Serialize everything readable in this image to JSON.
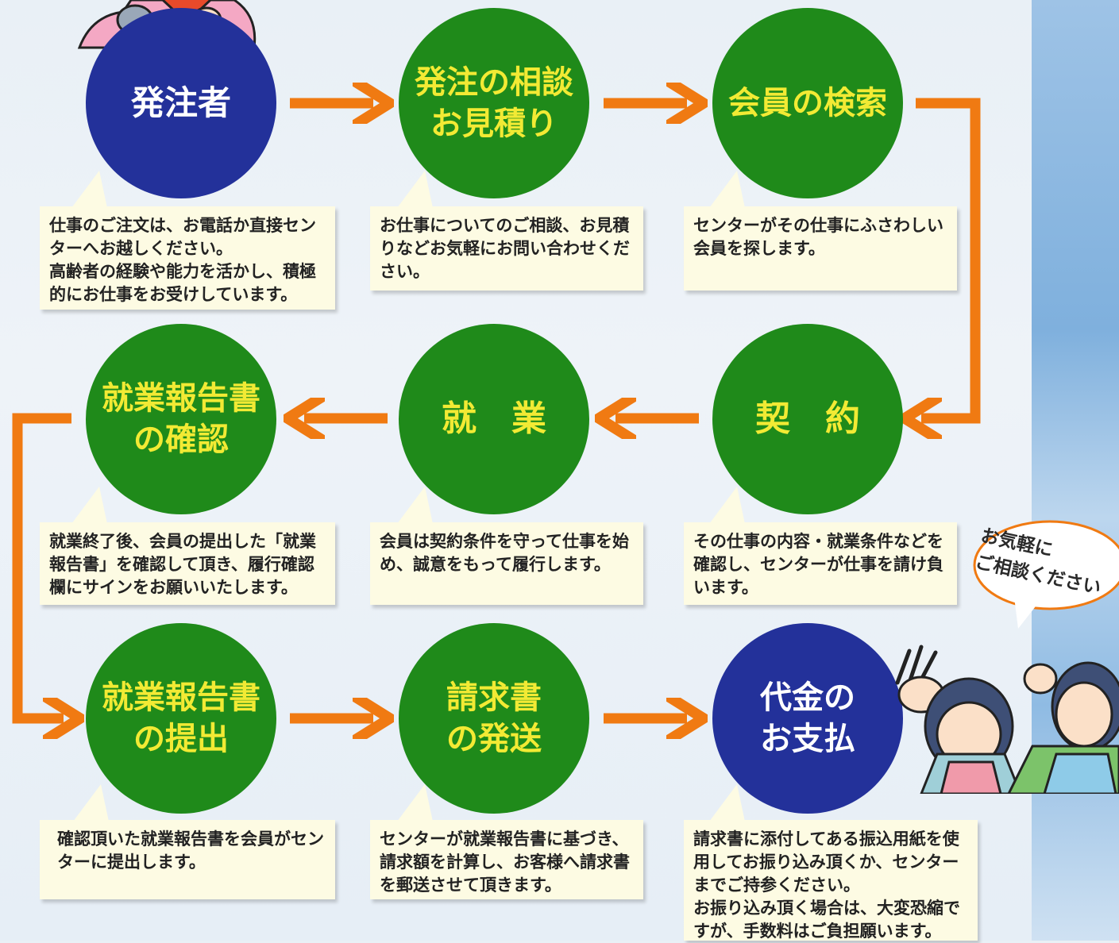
{
  "steps": [
    {
      "id": "orderer",
      "label": "発注者",
      "desc": "仕事のご注文は、お電話か直接センターへお越しください。\n高齢者の経験や能力を活かし、積極的にお仕事をお受けしています。"
    },
    {
      "id": "consult",
      "label": "発注の相談\nお見積り",
      "desc": "お仕事についてのご相談、お見積りなどお気軽にお問い合わせください。"
    },
    {
      "id": "search",
      "label": "会員の検索",
      "desc": "センターがその仕事にふさわしい会員を探します。"
    },
    {
      "id": "contract",
      "label": "契　約",
      "desc": "その仕事の内容・就業条件などを確認し、センターが仕事を請け負います。"
    },
    {
      "id": "work",
      "label": "就　業",
      "desc": "会員は契約条件を守って仕事を始め、誠意をもって履行します。"
    },
    {
      "id": "report-check",
      "label": "就業報告書\nの確認",
      "desc": "就業終了後、会員の提出した「就業報告書」を確認して頂き、履行確認欄にサインをお願いいたします。"
    },
    {
      "id": "report-submit",
      "label": "就業報告書\nの提出",
      "desc": "確認頂いた就業報告書を会員がセンターに提出します。"
    },
    {
      "id": "invoice",
      "label": "請求書\nの発送",
      "desc": "センターが就業報告書に基づき、請求額を計算し、お客様へ請求書を郵送させて頂きます。"
    },
    {
      "id": "payment",
      "label": "代金の\nお支払",
      "desc": "請求書に添付してある振込用紙を使用してお振り込み頂くか、センターまでご持参ください。\nお振り込み頂く場合は、大変恐縮ですが、手数料はご負担願います。"
    }
  ],
  "callout": "お気軽に\nご相談ください",
  "colors": {
    "green": "#1f8a1a",
    "blue": "#23319a",
    "label_yellow": "#f2ea34",
    "arrow": "#f07a12",
    "box": "#fdfbe3"
  }
}
